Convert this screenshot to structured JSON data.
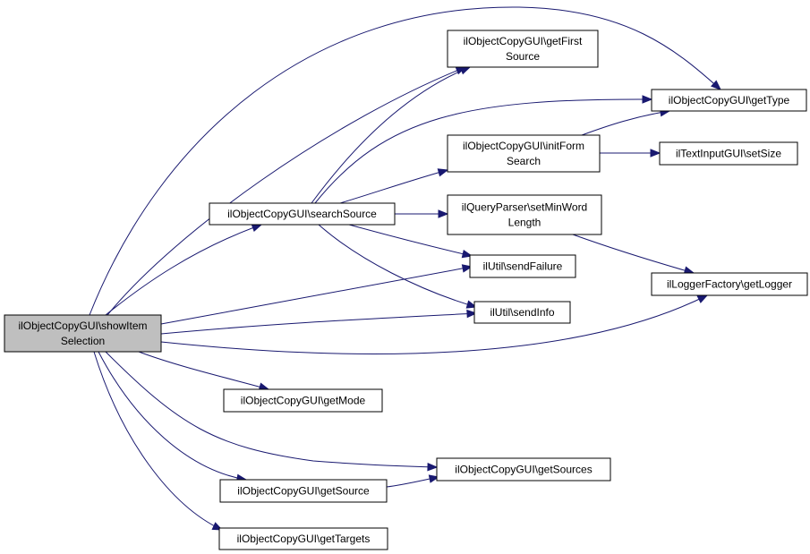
{
  "diagram": {
    "edge_color": "#191970",
    "root_fill": "#bfbfbf",
    "nodes": [
      {
        "id": "show_item_selection",
        "lines": [
          "ilObjectCopyGUI\\showItem",
          "Selection"
        ],
        "root": true
      },
      {
        "id": "search_source",
        "lines": [
          "ilObjectCopyGUI\\searchSource"
        ]
      },
      {
        "id": "get_first_source",
        "lines": [
          "ilObjectCopyGUI\\getFirst",
          "Source"
        ]
      },
      {
        "id": "get_type",
        "lines": [
          "ilObjectCopyGUI\\getType"
        ]
      },
      {
        "id": "init_form_search",
        "lines": [
          "ilObjectCopyGUI\\initForm",
          "Search"
        ]
      },
      {
        "id": "set_size",
        "lines": [
          "ilTextInputGUI\\setSize"
        ]
      },
      {
        "id": "set_min_word_length",
        "lines": [
          "ilQueryParser\\setMinWord",
          "Length"
        ]
      },
      {
        "id": "send_failure",
        "lines": [
          "ilUtil\\sendFailure"
        ]
      },
      {
        "id": "get_logger",
        "lines": [
          "ilLoggerFactory\\getLogger"
        ]
      },
      {
        "id": "send_info",
        "lines": [
          "ilUtil\\sendInfo"
        ]
      },
      {
        "id": "get_mode",
        "lines": [
          "ilObjectCopyGUI\\getMode"
        ]
      },
      {
        "id": "get_sources",
        "lines": [
          "ilObjectCopyGUI\\getSources"
        ]
      },
      {
        "id": "get_source",
        "lines": [
          "ilObjectCopyGUI\\getSource"
        ]
      },
      {
        "id": "get_targets",
        "lines": [
          "ilObjectCopyGUI\\getTargets"
        ]
      }
    ],
    "edges": [
      {
        "from": "show_item_selection",
        "to": "search_source"
      },
      {
        "from": "show_item_selection",
        "to": "get_first_source"
      },
      {
        "from": "show_item_selection",
        "to": "get_type"
      },
      {
        "from": "show_item_selection",
        "to": "send_failure"
      },
      {
        "from": "show_item_selection",
        "to": "send_info"
      },
      {
        "from": "show_item_selection",
        "to": "get_logger"
      },
      {
        "from": "show_item_selection",
        "to": "get_mode"
      },
      {
        "from": "show_item_selection",
        "to": "get_sources"
      },
      {
        "from": "show_item_selection",
        "to": "get_source"
      },
      {
        "from": "show_item_selection",
        "to": "get_targets"
      },
      {
        "from": "search_source",
        "to": "get_first_source"
      },
      {
        "from": "search_source",
        "to": "get_type"
      },
      {
        "from": "search_source",
        "to": "init_form_search"
      },
      {
        "from": "search_source",
        "to": "set_min_word_length"
      },
      {
        "from": "search_source",
        "to": "send_failure"
      },
      {
        "from": "search_source",
        "to": "send_info"
      },
      {
        "from": "init_form_search",
        "to": "get_type"
      },
      {
        "from": "init_form_search",
        "to": "set_size"
      },
      {
        "from": "set_min_word_length",
        "to": "get_logger"
      },
      {
        "from": "get_source",
        "to": "get_sources"
      }
    ]
  }
}
